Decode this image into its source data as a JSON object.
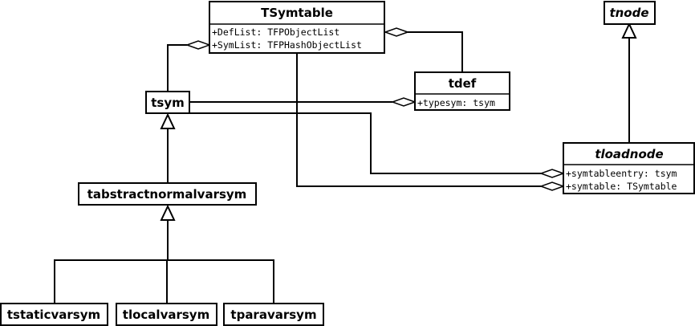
{
  "classes": {
    "tsymtable": {
      "name": "TSymtable",
      "abstract": false,
      "attributes": [
        "+DefList: TFPObjectList",
        "+SymList: TFPHashObjectList"
      ]
    },
    "tnode": {
      "name": "tnode",
      "abstract": true,
      "attributes": []
    },
    "tdef": {
      "name": "tdef",
      "abstract": false,
      "attributes": [
        "+typesym: tsym"
      ]
    },
    "tsym": {
      "name": "tsym",
      "abstract": false,
      "attributes": []
    },
    "tloadnode": {
      "name": "tloadnode",
      "abstract": true,
      "attributes": [
        "+symtableentry: tsym",
        "+symtable: TSymtable"
      ]
    },
    "tabstractnormalvarsym": {
      "name": "tabstractnormalvarsym",
      "abstract": false,
      "attributes": []
    },
    "tstaticvarsym": {
      "name": "tstaticvarsym",
      "abstract": false,
      "attributes": []
    },
    "tlocalvarsym": {
      "name": "tlocalvarsym",
      "abstract": false,
      "attributes": []
    },
    "tparavarsym": {
      "name": "tparavarsym",
      "abstract": false,
      "attributes": []
    }
  },
  "relations": [
    {
      "type": "aggregation",
      "from": "tsym",
      "to": "tsymtable"
    },
    {
      "type": "aggregation",
      "from": "tdef",
      "to": "tsymtable"
    },
    {
      "type": "aggregation",
      "from": "tsym",
      "to": "tdef"
    },
    {
      "type": "aggregation",
      "from": "tsym",
      "to": "tloadnode"
    },
    {
      "type": "aggregation",
      "from": "tsymtable",
      "to": "tloadnode"
    },
    {
      "type": "generalization",
      "from": "tloadnode",
      "to": "tnode"
    },
    {
      "type": "generalization",
      "from": "tabstractnormalvarsym",
      "to": "tsym"
    },
    {
      "type": "generalization",
      "from": "tstaticvarsym",
      "to": "tabstractnormalvarsym"
    },
    {
      "type": "generalization",
      "from": "tlocalvarsym",
      "to": "tabstractnormalvarsym"
    },
    {
      "type": "generalization",
      "from": "tparavarsym",
      "to": "tabstractnormalvarsym"
    }
  ]
}
